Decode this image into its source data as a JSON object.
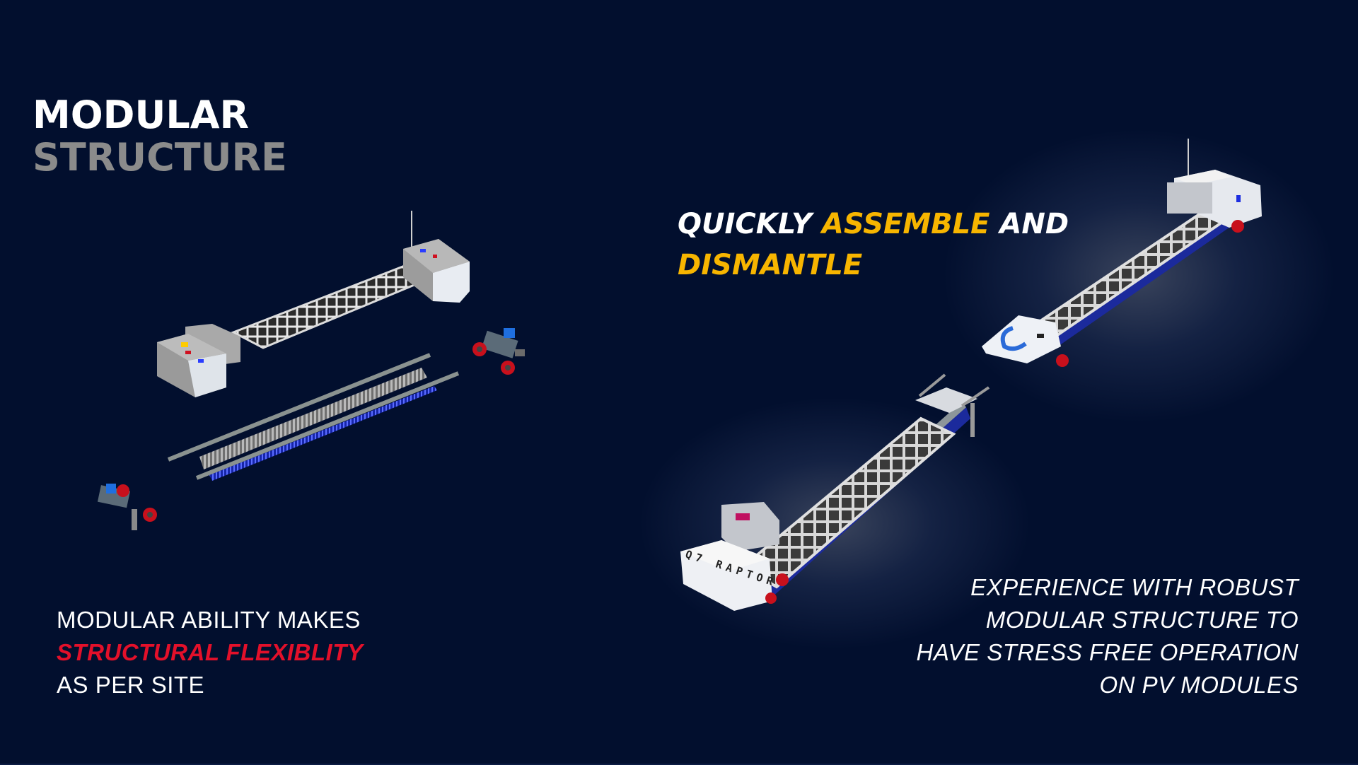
{
  "title": {
    "line1": "MODULAR",
    "line2": "STRUCTURE"
  },
  "tagline": {
    "part1": "QUICKLY",
    "part2": "ASSEMBLE",
    "part3": "AND",
    "part4": "DISMANTLE"
  },
  "left_copy": {
    "line1": "MODULAR ABILITY MAKES",
    "line2": "STRUCTURAL FLEXIBLITY",
    "line3": "AS PER SITE"
  },
  "right_copy": {
    "line1": "EXPERIENCE WITH ROBUST",
    "line2": "MODULAR STRUCTURE TO",
    "line3": "HAVE STRESS FREE OPERATION",
    "line4": "ON PV MODULES"
  },
  "robot_label": "Q7 RAPTOR",
  "colors": {
    "background": "#020f2e",
    "accent_yellow": "#f7b500",
    "accent_red": "#e3102a",
    "title_gray": "#8b8b8b",
    "text": "#ffffff"
  }
}
